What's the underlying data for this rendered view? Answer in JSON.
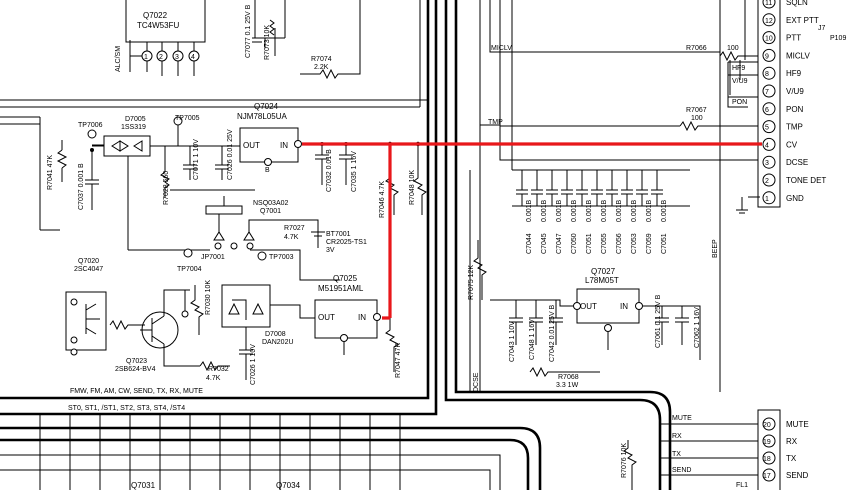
{
  "components": {
    "q7022": {
      "ref": "Q7022",
      "part": "TC4W53FU",
      "pin_label": "ALC/SM",
      "pins": [
        "1",
        "2",
        "3",
        "4"
      ]
    },
    "q7024": {
      "ref": "Q7024",
      "part": "NJM78L05UA",
      "out": "OUT",
      "in": "IN",
      "pin_b": "B"
    },
    "q7025": {
      "ref": "Q7025",
      "part": "M51951AML",
      "out": "OUT",
      "in": "IN"
    },
    "q7027": {
      "ref": "Q7027",
      "part": "L78M05T",
      "out": "OUT",
      "in": "IN"
    },
    "q7020": {
      "ref": "Q7020",
      "part": "2SC4047"
    },
    "q7023": {
      "ref": "Q7023",
      "part": "2SB624-BV4"
    },
    "d7005": {
      "ref": "D7005",
      "part": "1SS319"
    },
    "d7008": {
      "ref": "D7008",
      "part": "DAN202U"
    },
    "q7001": {
      "ref": "NSQ03A02",
      "part": "Q7001"
    },
    "bt7001": {
      "ref": "BT7001",
      "part": "CR2025-TS1",
      "value": "3V"
    },
    "tp7006": "TP7006",
    "tp7005": "TP7005",
    "jp7001": "JP7001",
    "tp7003": "TP7003",
    "tp7004": "TP7004",
    "bottom_refs": [
      "Q7031",
      "Q7034"
    ]
  },
  "resistors": {
    "r7074": {
      "ref": "R7074",
      "value": "2.2K"
    },
    "r7073": {
      "ref": "R7073",
      "value": "10K"
    },
    "r7041": {
      "ref": "R7041",
      "value": "47K"
    },
    "r7028": {
      "ref": "R7028",
      "value": "560"
    },
    "r7046": {
      "ref": "R7046",
      "value": "4.7K"
    },
    "r7048": {
      "ref": "R7048",
      "value": "10K"
    },
    "r7027": {
      "ref": "R7027",
      "value": "4.7K"
    },
    "r7030": {
      "ref": "R7030",
      "value": "10K"
    },
    "r7032": {
      "ref": "R7032",
      "value": "4.7K"
    },
    "r7047": {
      "ref": "R7047",
      "value": "47K"
    },
    "r7075": {
      "ref": "R7075",
      "value": "12K"
    },
    "r7066": {
      "ref": "R7066",
      "value": "100"
    },
    "r7067": {
      "ref": "R7067",
      "value": "100"
    },
    "r7068": {
      "ref": "R7068",
      "value": "3.3 1W"
    },
    "r7076": {
      "ref": "R7076",
      "value": "10K"
    }
  },
  "capacitors": {
    "c7077": {
      "ref": "C7077",
      "value": "0.1 25V B"
    },
    "c7037": {
      "ref": "C7037",
      "value": "0.001 B"
    },
    "c7071": {
      "ref": "C7071",
      "value": "1 10V"
    },
    "c7026a": {
      "ref": "C7026",
      "value": "0.01 25V"
    },
    "c7032": {
      "ref": "C7032",
      "value": "0.01 B"
    },
    "c7035": {
      "ref": "C7035",
      "value": "1 16V"
    },
    "c7026b": {
      "ref": "C7026",
      "value": "1 10V"
    },
    "c7043": {
      "ref": "C7043",
      "value": "1 10V"
    },
    "c7048": {
      "ref": "C7048",
      "value": "1 16V"
    },
    "c7042": {
      "ref": "C7042",
      "value": "0.01 25V B"
    },
    "c7061": {
      "ref": "C7061",
      "value": "0.1 25V B"
    },
    "c7062": {
      "ref": "C7062",
      "value": "1 16V"
    },
    "filter_value": "0.001B",
    "filter_caps": [
      "C7044",
      "C7045",
      "C7047",
      "C7050",
      "C7051",
      "C7055",
      "C7056",
      "C7053",
      "C7059",
      "C7051"
    ]
  },
  "nets": {
    "sqln": "SQLN",
    "ext_ptt": "EXT PTT",
    "ptt": "PTT",
    "miclv": "MICLV",
    "hf9": "HF9",
    "vu9": "V/U9",
    "pon": "PON",
    "tmp": "TMP",
    "cv": "CV",
    "dcse": "DCSE",
    "tone_det": "TONE DET",
    "gnd": "GND",
    "beep": "BEEP",
    "miclv_wire": "MICLV",
    "tmp_wire": "TMP",
    "dcse_wire": "DCSE",
    "hf9_wire": "HF9",
    "vu9_wire": "V/U9",
    "pon_wire": "PON",
    "bus1": "FMW, FM, AM, CW, SEND, TX, RX, MUTE",
    "bus2": "ST0, ST1, /ST1, ST2, ST3, ST4, /ST4",
    "mute": "MUTE",
    "rx": "RX",
    "tx": "TX",
    "send": "SEND"
  },
  "connector_j7": {
    "ref": "J7",
    "ref2": "P109",
    "pins": [
      "11",
      "12",
      "10",
      "9",
      "8",
      "7",
      "6",
      "5",
      "4",
      "3",
      "2",
      "1"
    ]
  },
  "connector_fl1": {
    "ref": "FL1",
    "pins": [
      "20",
      "19",
      "18",
      "17"
    ]
  },
  "highlight_color": "#e8171b"
}
